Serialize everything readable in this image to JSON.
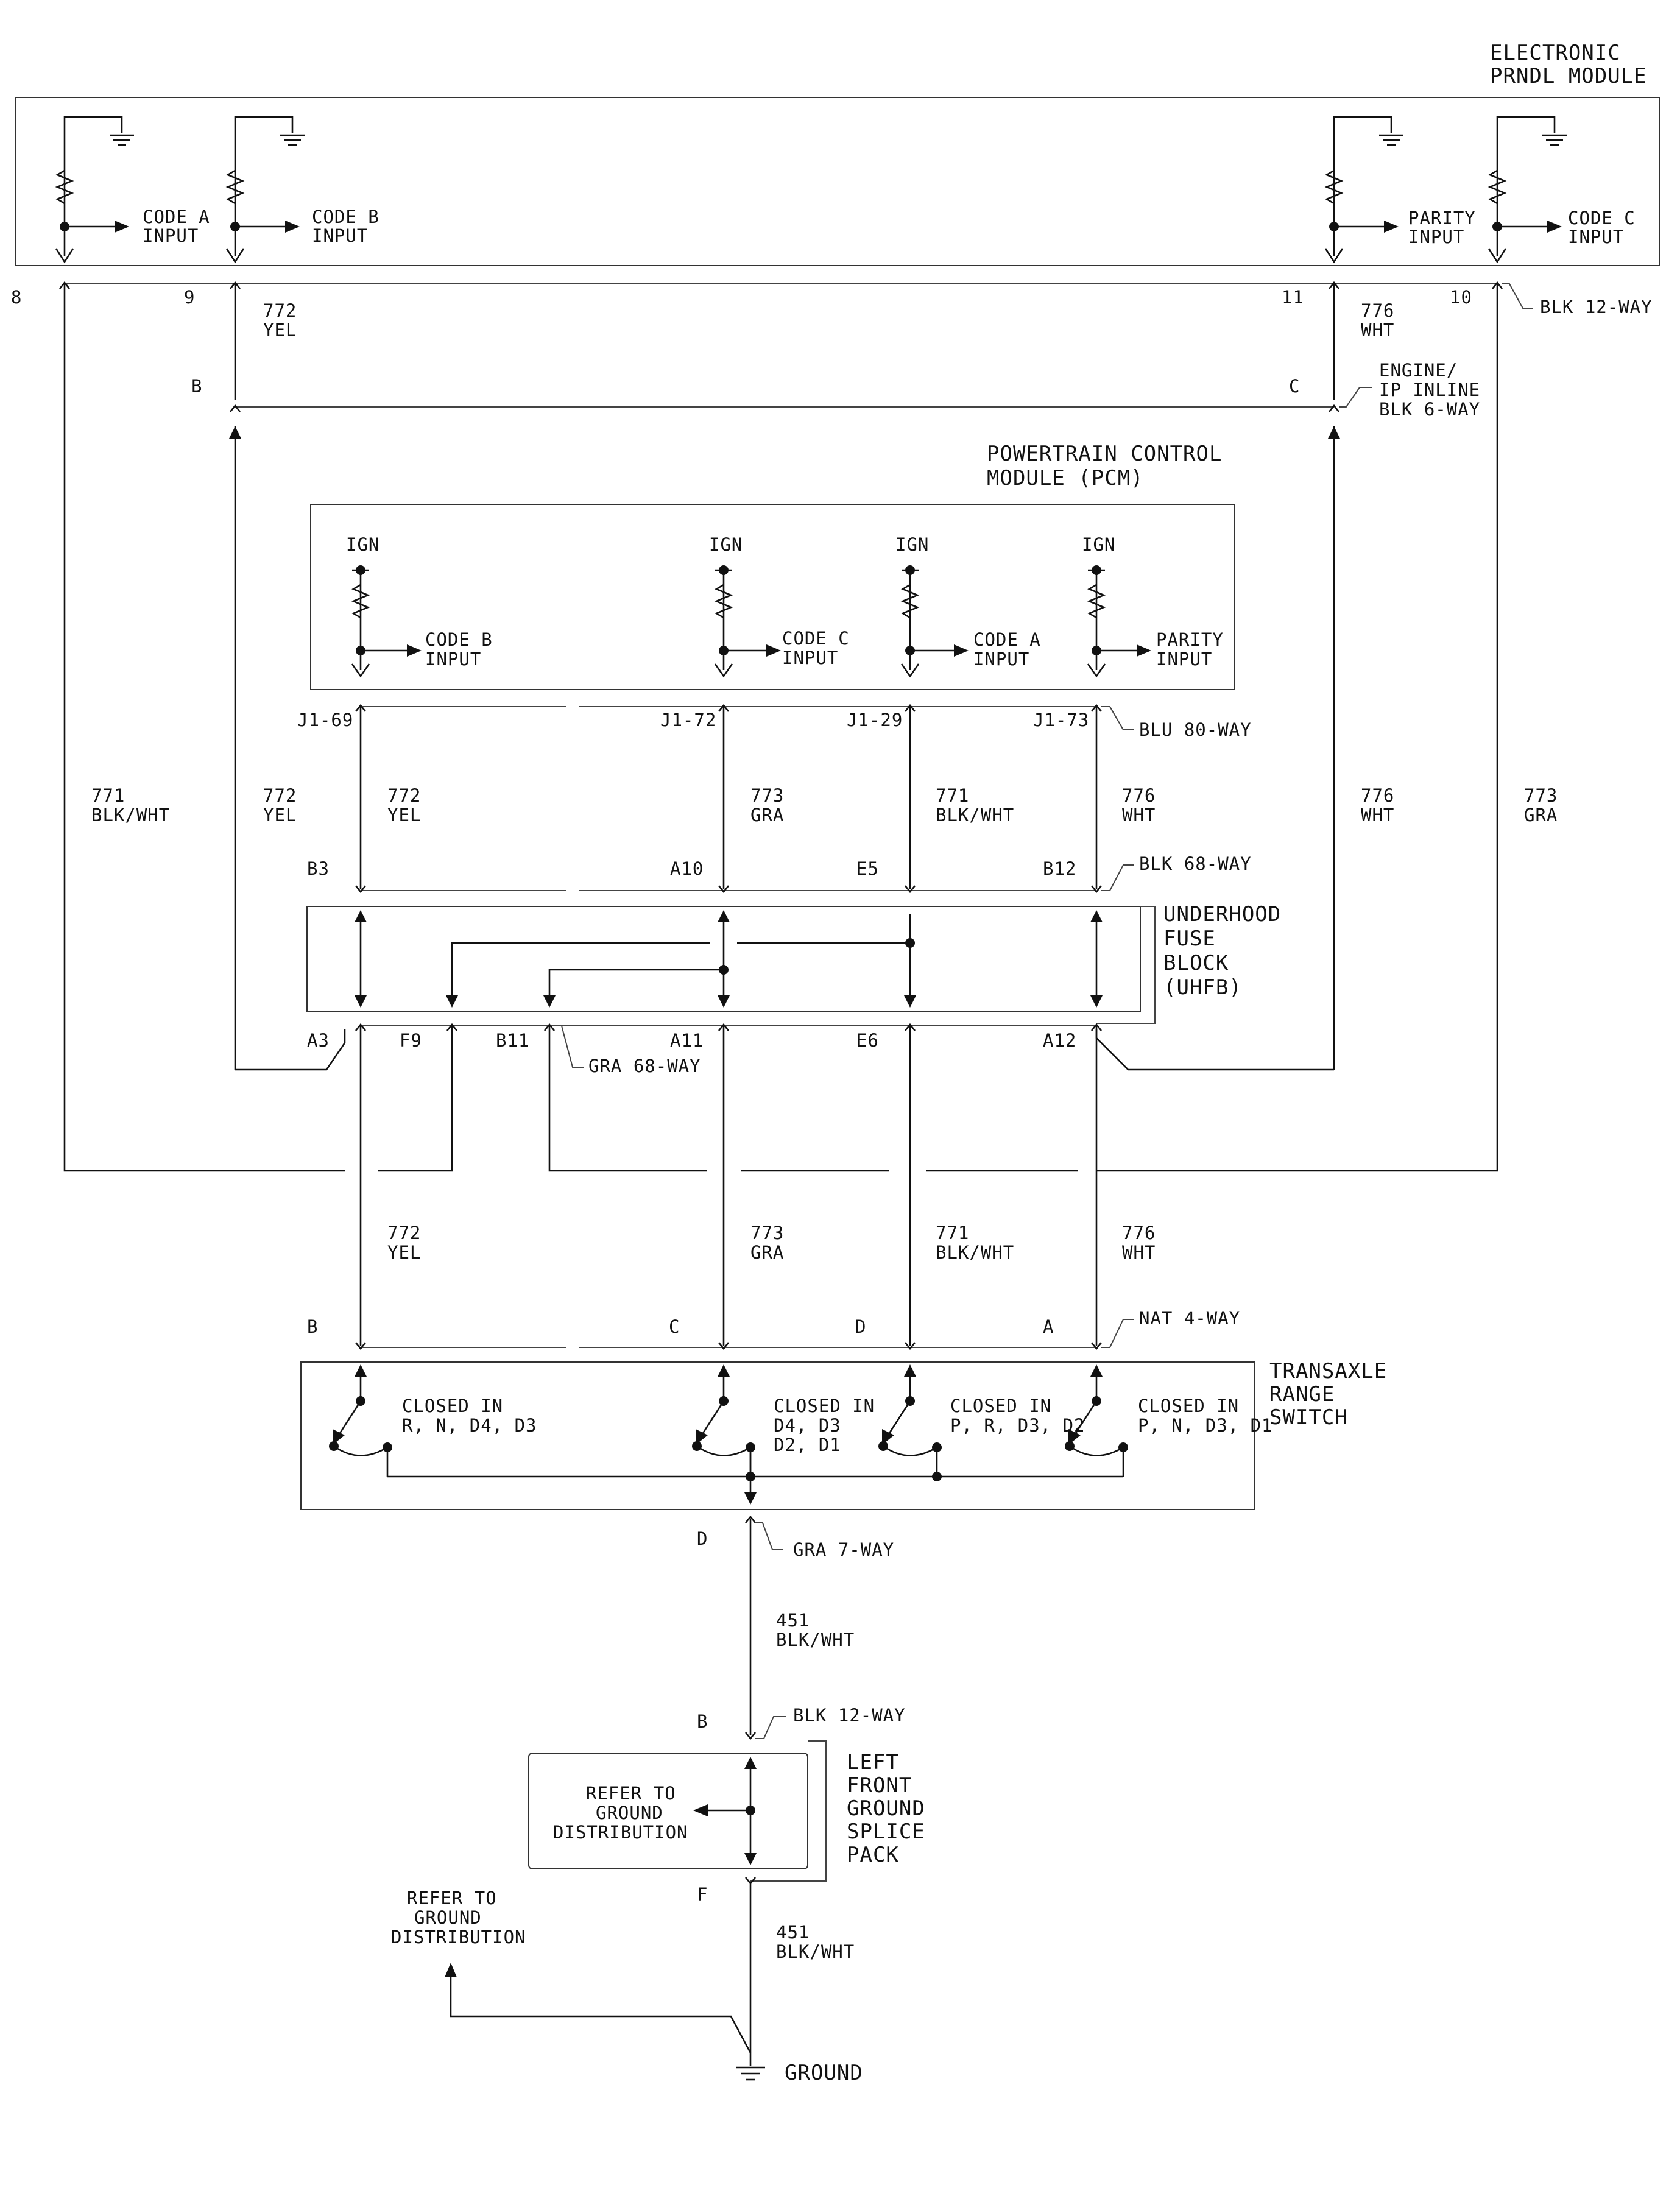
{
  "modules": {
    "prndl": {
      "title_line1": "ELECTRONIC",
      "title_line2": "PRNDL MODULE"
    },
    "pcm": {
      "title_line1": "POWERTRAIN CONTROL",
      "title_line2": "MODULE (PCM)"
    },
    "uhfb": {
      "line1": "UNDERHOOD",
      "line2": "FUSE",
      "line3": "BLOCK",
      "line4": "(UHFB)"
    },
    "trs": {
      "line1": "TRANSAXLE",
      "line2": "RANGE",
      "line3": "SWITCH"
    },
    "splice": {
      "line1": "LEFT",
      "line2": "FRONT",
      "line3": "GROUND",
      "line4": "SPLICE",
      "line5": "PACK"
    }
  },
  "prndl_inputs": [
    {
      "line1": "CODE A",
      "line2": "INPUT"
    },
    {
      "line1": "CODE B",
      "line2": "INPUT"
    },
    {
      "line1": "PARITY",
      "line2": "INPUT"
    },
    {
      "line1": "CODE C",
      "line2": "INPUT"
    }
  ],
  "pcm_inputs": [
    {
      "ign": "IGN",
      "line1": "CODE B",
      "line2": "INPUT"
    },
    {
      "ign": "IGN",
      "line1": "CODE C",
      "line2": "INPUT"
    },
    {
      "ign": "IGN",
      "line1": "CODE A",
      "line2": "INPUT"
    },
    {
      "ign": "IGN",
      "line1": "PARITY",
      "line2": "INPUT"
    }
  ],
  "connectors": {
    "blk12": "BLK 12-WAY",
    "engine_ip_1": "ENGINE/",
    "engine_ip_2": "IP INLINE",
    "engine_ip_3": "BLK 6-WAY",
    "blu80": "BLU 80-WAY",
    "blk68": "BLK 68-WAY",
    "gra68": "GRA 68-WAY",
    "nat4": "NAT 4-WAY",
    "gra7": "GRA 7-WAY",
    "blk12b": "BLK 12-WAY"
  },
  "pins": {
    "p8": "8",
    "p9": "9",
    "p11": "11",
    "p10": "10",
    "pB": "B",
    "pC": "C",
    "j169": "J1-69",
    "j172": "J1-72",
    "j129": "J1-29",
    "j173": "J1-73",
    "b3": "B3",
    "a10": "A10",
    "e5": "E5",
    "b12": "B12",
    "a3": "A3",
    "f9": "F9",
    "b11": "B11",
    "a11": "A11",
    "e6": "E6",
    "a12": "A12",
    "tB": "B",
    "tC": "C",
    "tD": "D",
    "tA": "A",
    "gD": "D",
    "sB": "B",
    "sF": "F"
  },
  "wires": {
    "w772_top": {
      "num": "772",
      "color": "YEL"
    },
    "w776_top": {
      "num": "776",
      "color": "WHT"
    },
    "w771_left": {
      "num": "771",
      "color": "BLK/WHT"
    },
    "w772_left": {
      "num": "772",
      "color": "YEL"
    },
    "w772_pcm": {
      "num": "772",
      "color": "YEL"
    },
    "w773_pcm": {
      "num": "773",
      "color": "GRA"
    },
    "w771_pcm": {
      "num": "771",
      "color": "BLK/WHT"
    },
    "w776_pcm": {
      "num": "776",
      "color": "WHT"
    },
    "w776_right": {
      "num": "776",
      "color": "WHT"
    },
    "w773_right": {
      "num": "773",
      "color": "GRA"
    },
    "w772_low": {
      "num": "772",
      "color": "YEL"
    },
    "w773_low": {
      "num": "773",
      "color": "GRA"
    },
    "w771_low": {
      "num": "771",
      "color": "BLK/WHT"
    },
    "w776_low": {
      "num": "776",
      "color": "WHT"
    },
    "w451_a": {
      "num": "451",
      "color": "BLK/WHT"
    },
    "w451_b": {
      "num": "451",
      "color": "BLK/WHT"
    }
  },
  "switches": [
    {
      "line1": "CLOSED IN",
      "line2": "R, N, D4, D3"
    },
    {
      "line1": "CLOSED IN",
      "line2": "D4, D3",
      "line3": "D2, D1"
    },
    {
      "line1": "CLOSED IN",
      "line2": "P, R, D3, D2"
    },
    {
      "line1": "CLOSED IN",
      "line2": "P, N, D3, D1"
    }
  ],
  "ground": {
    "refer_inner_1": "REFER TO",
    "refer_inner_2": "GROUND",
    "refer_inner_3": "DISTRIBUTION",
    "refer_outer_1": "REFER TO",
    "refer_outer_2": "GROUND",
    "refer_outer_3": "DISTRIBUTION",
    "label": "GROUND"
  }
}
